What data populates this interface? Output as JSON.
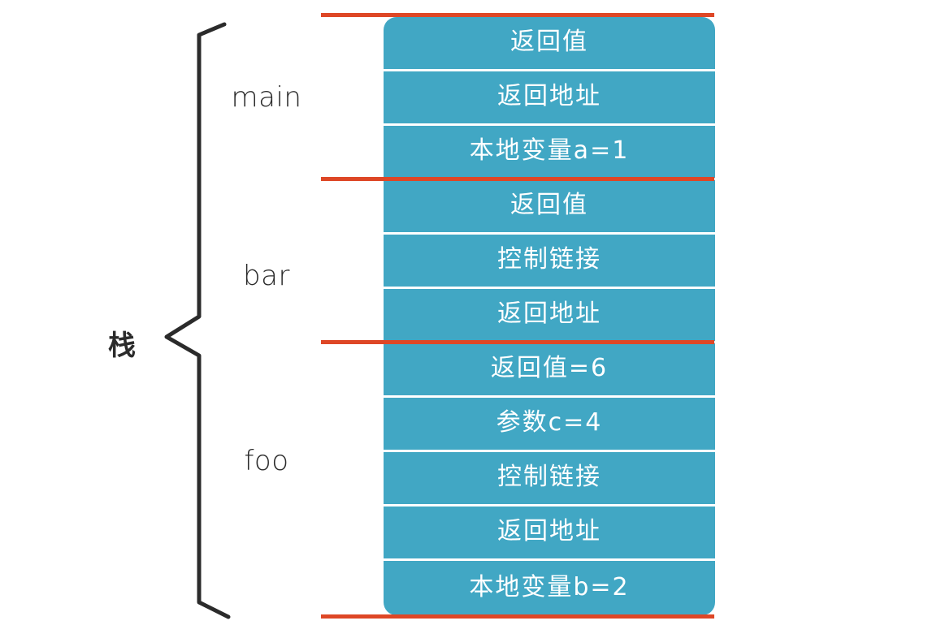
{
  "diagram": {
    "title_label": "栈",
    "colors": {
      "slot_fill": "#41A7C4",
      "slot_text": "#ffffff",
      "separator_red": "#DE4726",
      "brace_stroke": "#2b2b2b",
      "background": "#ffffff"
    },
    "frames": [
      {
        "name": "main",
        "label": "main",
        "slots": [
          {
            "label": "返回值"
          },
          {
            "label": "返回地址"
          },
          {
            "label": "本地变量a=1"
          }
        ]
      },
      {
        "name": "bar",
        "label": "bar",
        "slots": [
          {
            "label": "返回值"
          },
          {
            "label": "控制链接"
          },
          {
            "label": "返回地址"
          }
        ]
      },
      {
        "name": "foo",
        "label": "foo",
        "slots": [
          {
            "label": "返回值=6"
          },
          {
            "label": "参数c=4"
          },
          {
            "label": "控制链接"
          },
          {
            "label": "返回地址"
          },
          {
            "label": "本地变量b=2"
          }
        ]
      }
    ],
    "slots_flat": [
      "返回值",
      "返回地址",
      "本地变量a=1",
      "返回值",
      "控制链接",
      "返回地址",
      "返回值=6",
      "参数c=4",
      "控制链接",
      "返回地址",
      "本地变量b=2"
    ]
  }
}
